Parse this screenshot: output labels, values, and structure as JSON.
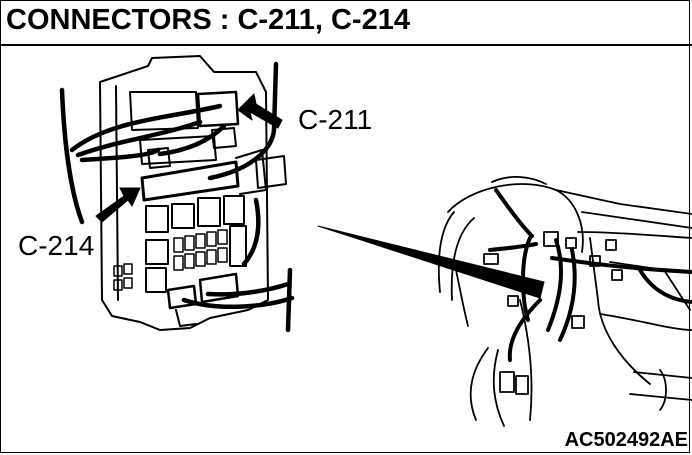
{
  "diagram": {
    "title": "CONNECTORS : C-211, C-214",
    "callouts": {
      "c211": "C-211",
      "c214": "C-214"
    },
    "figure_code": "AC502492AE"
  }
}
